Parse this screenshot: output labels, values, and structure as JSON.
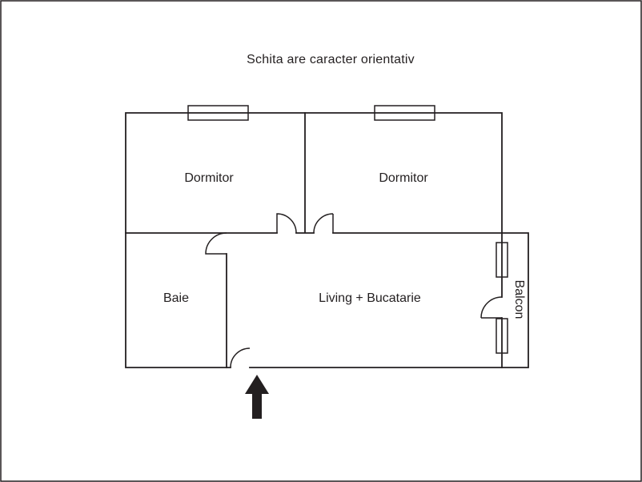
{
  "title": "Schita are caracter orientativ",
  "rooms": {
    "dormitor_left": "Dormitor",
    "dormitor_right": "Dormitor",
    "baie": "Baie",
    "living": "Living + Bucatarie",
    "balcon": "Balcon"
  },
  "icons": {
    "entrance_arrow": "up-arrow"
  },
  "colors": {
    "wall": "#231f20",
    "arrow": "#231f20",
    "background": "#ffffff"
  }
}
